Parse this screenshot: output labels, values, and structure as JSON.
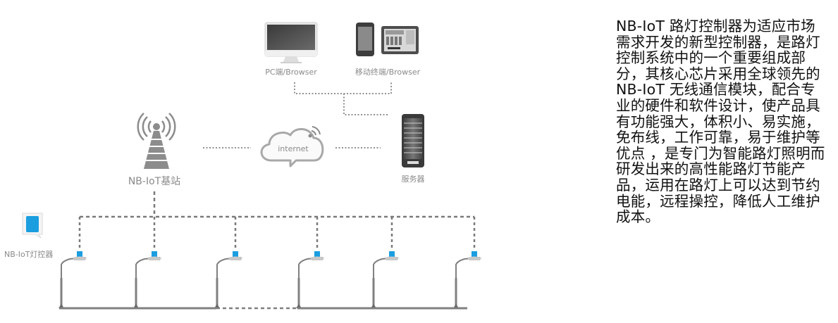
{
  "diagram": {
    "title": "NB-IoT street light control system architecture",
    "nodes": {
      "pc": {
        "label": "PC端/Browser",
        "icon": "desktop-monitor-icon"
      },
      "mobile": {
        "label": "移动终端/Browser",
        "icon": "mobile-tablet-icon"
      },
      "base_station": {
        "label": "NB-IoT基站",
        "icon": "cell-tower-icon"
      },
      "internet": {
        "label": "internet",
        "icon": "cloud-wifi-icon"
      },
      "server": {
        "label": "服务器",
        "icon": "server-rack-icon"
      },
      "controller": {
        "label": "NB-IoT灯控器",
        "icon": "controller-device-icon"
      }
    },
    "streetlight_count": 6,
    "colors": {
      "controller_blue": "#1a9ee0",
      "line_gray": "#808080",
      "label_gray": "#8a8a8a",
      "icon_dark": "#4a4a4a"
    }
  },
  "description": {
    "text": "NB-IoT 路灯控制器为适应市场需求开发的新型控制器，是路灯控制系统中的一个重要组成部分，其核心芯片采用全球领先的 NB-IoT 无线通信模块，配合专业的硬件和软件设计，使产品具有功能强大，体积小、易实施，免布线，工作可靠，易于维护等优点 ，是专门为智能路灯照明而研发出来的高性能路灯节能产品，运用在路灯上可以达到节约电能，远程操控，降低人工维护成本。"
  }
}
